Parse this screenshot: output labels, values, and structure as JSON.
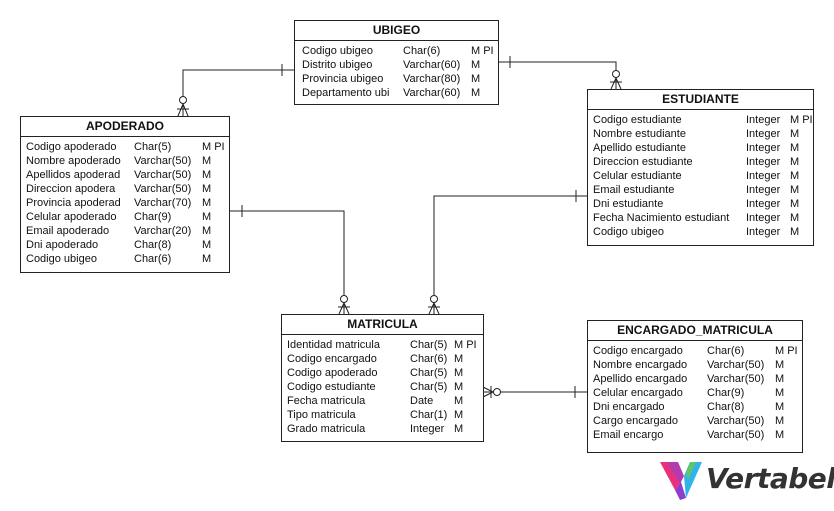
{
  "tables": {
    "ubigeo": {
      "name": "UBIGEO",
      "columns": [
        {
          "name": "Codigo ubigeo",
          "type": "Char(6)",
          "flags": "M PI"
        },
        {
          "name": "Distrito ubigeo",
          "type": "Varchar(60)",
          "flags": "M"
        },
        {
          "name": "Provincia ubigeo",
          "type": "Varchar(80)",
          "flags": "M"
        },
        {
          "name": "Departamento ubi",
          "type": "Varchar(60)",
          "flags": "M"
        }
      ]
    },
    "apoderado": {
      "name": "APODERADO",
      "columns": [
        {
          "name": "Codigo apoderado",
          "type": "Char(5)",
          "flags": "M PI"
        },
        {
          "name": "Nombre apoderado",
          "type": "Varchar(50)",
          "flags": "M"
        },
        {
          "name": "Apellidos apoderad",
          "type": "Varchar(50)",
          "flags": "M"
        },
        {
          "name": "Direccion apodera",
          "type": "Varchar(50)",
          "flags": "M"
        },
        {
          "name": "Provincia apoderad",
          "type": "Varchar(70)",
          "flags": "M"
        },
        {
          "name": "Celular apoderado",
          "type": "Char(9)",
          "flags": "M"
        },
        {
          "name": "Email apoderado",
          "type": "Varchar(20)",
          "flags": "M"
        },
        {
          "name": "Dni apoderado",
          "type": "Char(8)",
          "flags": "M"
        },
        {
          "name": "Codigo ubigeo",
          "type": "Char(6)",
          "flags": "M"
        }
      ]
    },
    "estudiante": {
      "name": "ESTUDIANTE",
      "columns": [
        {
          "name": "Codigo estudiante",
          "type": "Integer",
          "flags": "M PI"
        },
        {
          "name": "Nombre estudiante",
          "type": "Integer",
          "flags": "M"
        },
        {
          "name": "Apellido estudiante",
          "type": "Integer",
          "flags": "M"
        },
        {
          "name": "Direccion estudiante",
          "type": "Integer",
          "flags": "M"
        },
        {
          "name": "Celular estudiante",
          "type": "Integer",
          "flags": "M"
        },
        {
          "name": "Email estudiante",
          "type": "Integer",
          "flags": "M"
        },
        {
          "name": "Dni estudiante",
          "type": "Integer",
          "flags": "M"
        },
        {
          "name": "Fecha Nacimiento estudiant",
          "type": "Integer",
          "flags": "M"
        },
        {
          "name": "Codigo ubigeo",
          "type": "Integer",
          "flags": "M"
        }
      ]
    },
    "matricula": {
      "name": "MATRICULA",
      "columns": [
        {
          "name": "Identidad matricula",
          "type": "Char(5)",
          "flags": "M PI"
        },
        {
          "name": "Codigo encargado",
          "type": "Char(6)",
          "flags": "M"
        },
        {
          "name": "Codigo apoderado",
          "type": "Char(5)",
          "flags": "M"
        },
        {
          "name": "Codigo estudiante",
          "type": "Char(5)",
          "flags": "M"
        },
        {
          "name": "Fecha matricula",
          "type": "Date",
          "flags": "M"
        },
        {
          "name": "Tipo matricula",
          "type": "Char(1)",
          "flags": "M"
        },
        {
          "name": "Grado matricula",
          "type": "Integer",
          "flags": "M"
        }
      ]
    },
    "encargado": {
      "name": "ENCARGADO_MATRICULA",
      "columns": [
        {
          "name": "Codigo encargado",
          "type": "Char(6)",
          "flags": "M PI"
        },
        {
          "name": "Nombre encargado",
          "type": "Varchar(50)",
          "flags": "M"
        },
        {
          "name": "Apellido encargado",
          "type": "Varchar(50)",
          "flags": "M"
        },
        {
          "name": "Celular encargado",
          "type": "Char(9)",
          "flags": "M"
        },
        {
          "name": "Dni encargado",
          "type": "Char(8)",
          "flags": "M"
        },
        {
          "name": "Cargo encargado",
          "type": "Varchar(50)",
          "flags": "M"
        },
        {
          "name": "Email encargo",
          "type": "Varchar(50)",
          "flags": "M"
        }
      ]
    }
  },
  "branding": {
    "logo_text": "Vertabelo",
    "logo_colors": [
      "#e8317a",
      "#8a3fd1",
      "#2fb3e8",
      "#5fc46b"
    ]
  },
  "colors": {
    "line": "#222222",
    "border": "#222222"
  }
}
